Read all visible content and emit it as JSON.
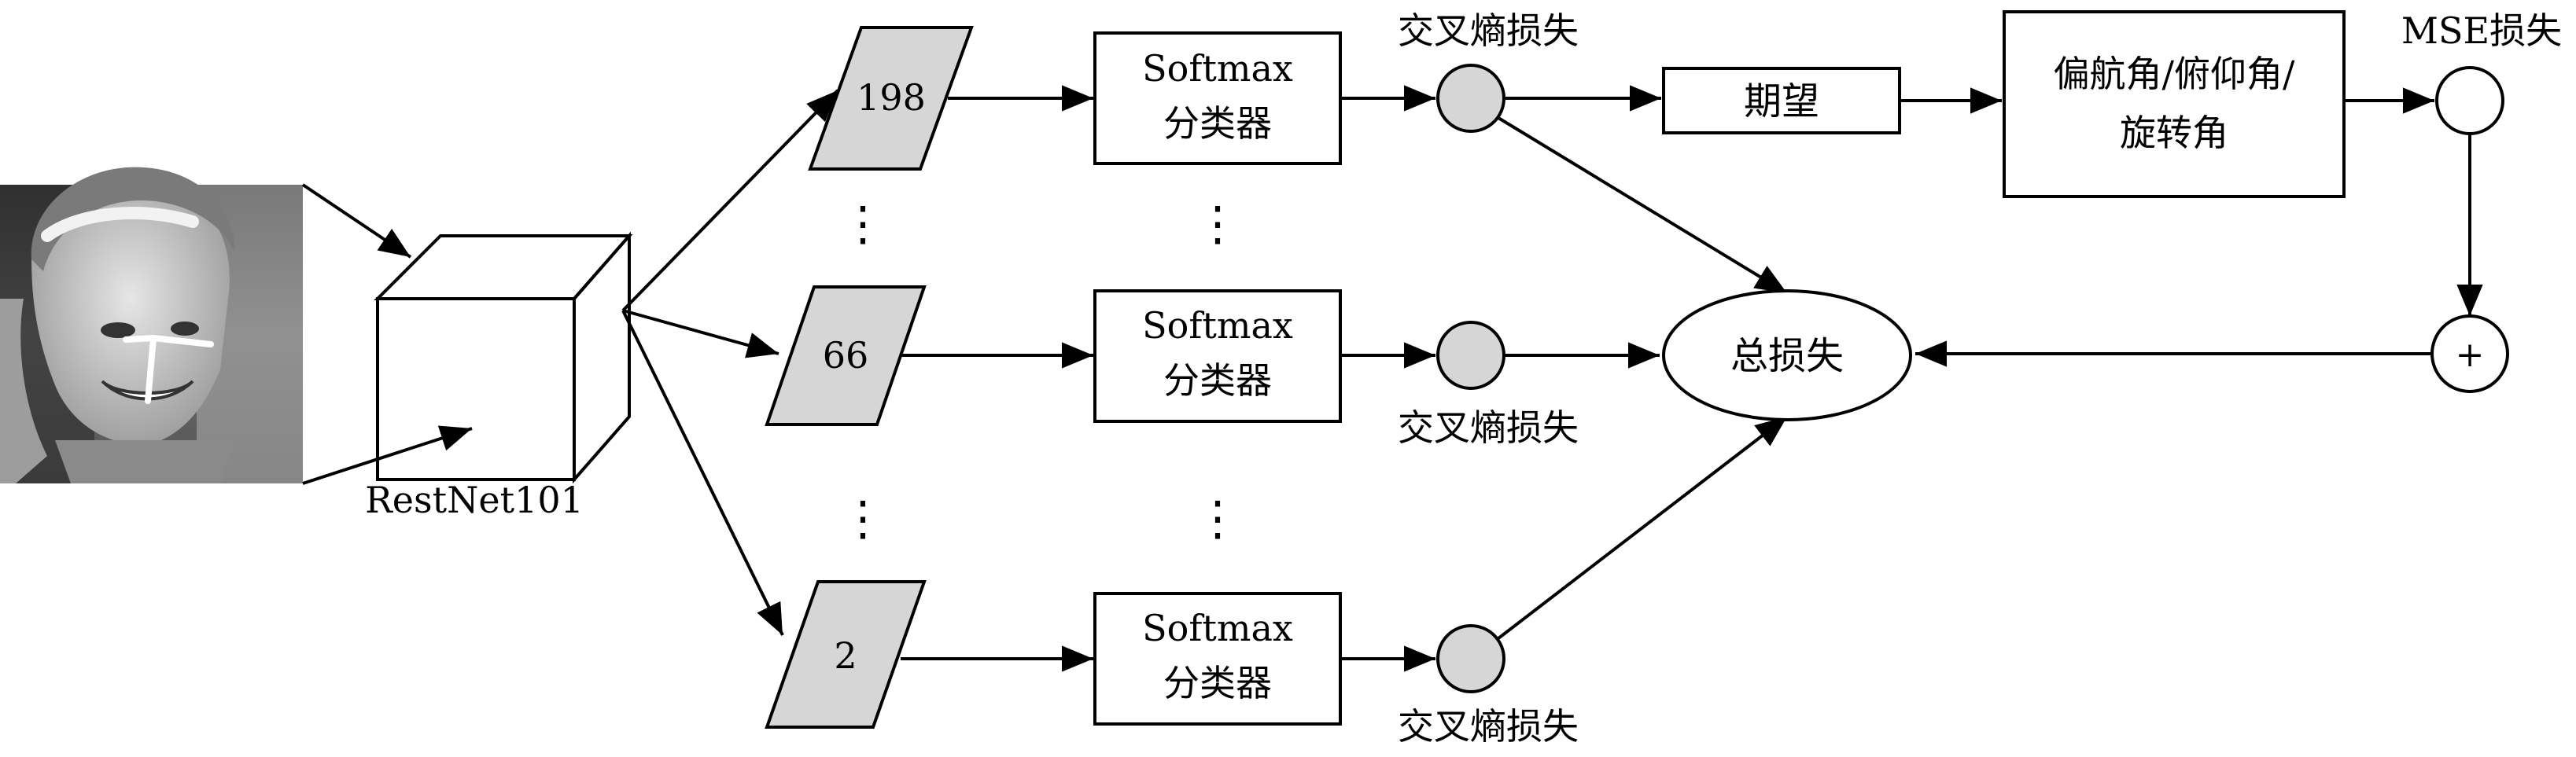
{
  "backbone": {
    "label": "RestNet101"
  },
  "bins": {
    "top": "198",
    "middle": "66",
    "bottom": "2"
  },
  "softmax": {
    "line1": "Softmax",
    "line2": "分类器"
  },
  "ce_loss_label": "交叉熵损失",
  "expectation_label": "期望",
  "angles": {
    "line1": "偏航角/俯仰角/",
    "line2": "旋转角"
  },
  "mse_label": "MSE损失",
  "plus_label": "+",
  "total_loss_label": "总损失",
  "ellipsis": "⋮",
  "colors": {
    "box_fill": "#d6d6d6",
    "circle_fill": "#d6d6d6",
    "stroke": "#000000",
    "background": "#ffffff"
  }
}
